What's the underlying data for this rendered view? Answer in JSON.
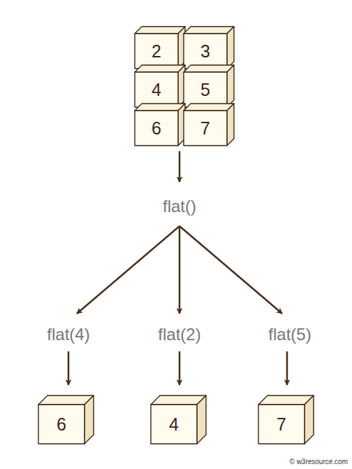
{
  "diagram": {
    "nodes": [
      {
        "text": [
          "2"
        ]
      },
      {
        "text": [
          "3"
        ]
      },
      {
        "text": [
          "4"
        ]
      },
      {
        "text": [
          "5"
        ]
      },
      {
        "text": [
          "6"
        ]
      },
      {
        "text": [
          "7"
        ]
      },
      {
        "text": [
          "6"
        ]
      },
      {
        "text": [
          "4"
        ]
      },
      {
        "text": [
          "7"
        ]
      }
    ],
    "labels": [
      "flat()",
      "flat(4)",
      "flat(2)",
      "flat(5)",
      "© w3resource.com"
    ]
  }
}
